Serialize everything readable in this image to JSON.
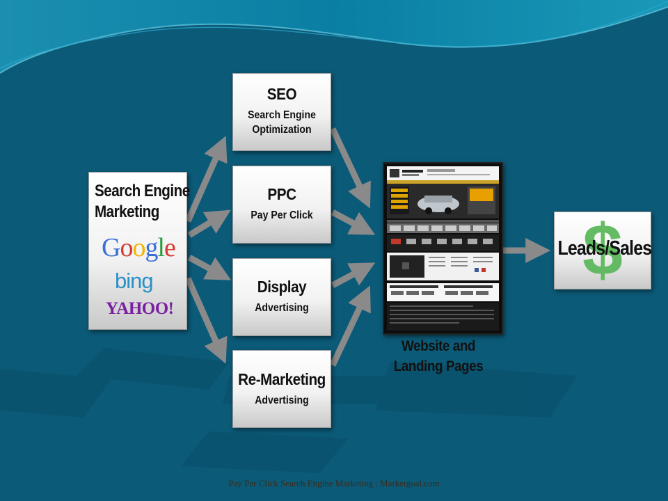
{
  "sem": {
    "title_line1": "Search Engine",
    "title_line2": "Marketing",
    "logos": {
      "google": "Google",
      "bing": "bing",
      "yahoo": "YAHOO!"
    }
  },
  "channels": {
    "seo": {
      "title": "SEO",
      "sub1": "Search Engine",
      "sub2": "Optimization"
    },
    "ppc": {
      "title": "PPC",
      "sub1": "Pay Per Click"
    },
    "display": {
      "title": "Display",
      "sub1": "Advertising"
    },
    "remarketing": {
      "title": "Re-Marketing",
      "sub1": "Advertising"
    }
  },
  "website": {
    "label_line1": "Website and",
    "label_line2": "Landing Pages"
  },
  "leads": {
    "label": "Leads/Sales",
    "symbol": "$"
  },
  "footer": {
    "text": "Pay Per Click Search Engine Marketing : Marketgoal.com"
  },
  "colors": {
    "background": "#0b5a78",
    "arrow": "#8a8a8a",
    "dollar": "#5cb85c"
  }
}
